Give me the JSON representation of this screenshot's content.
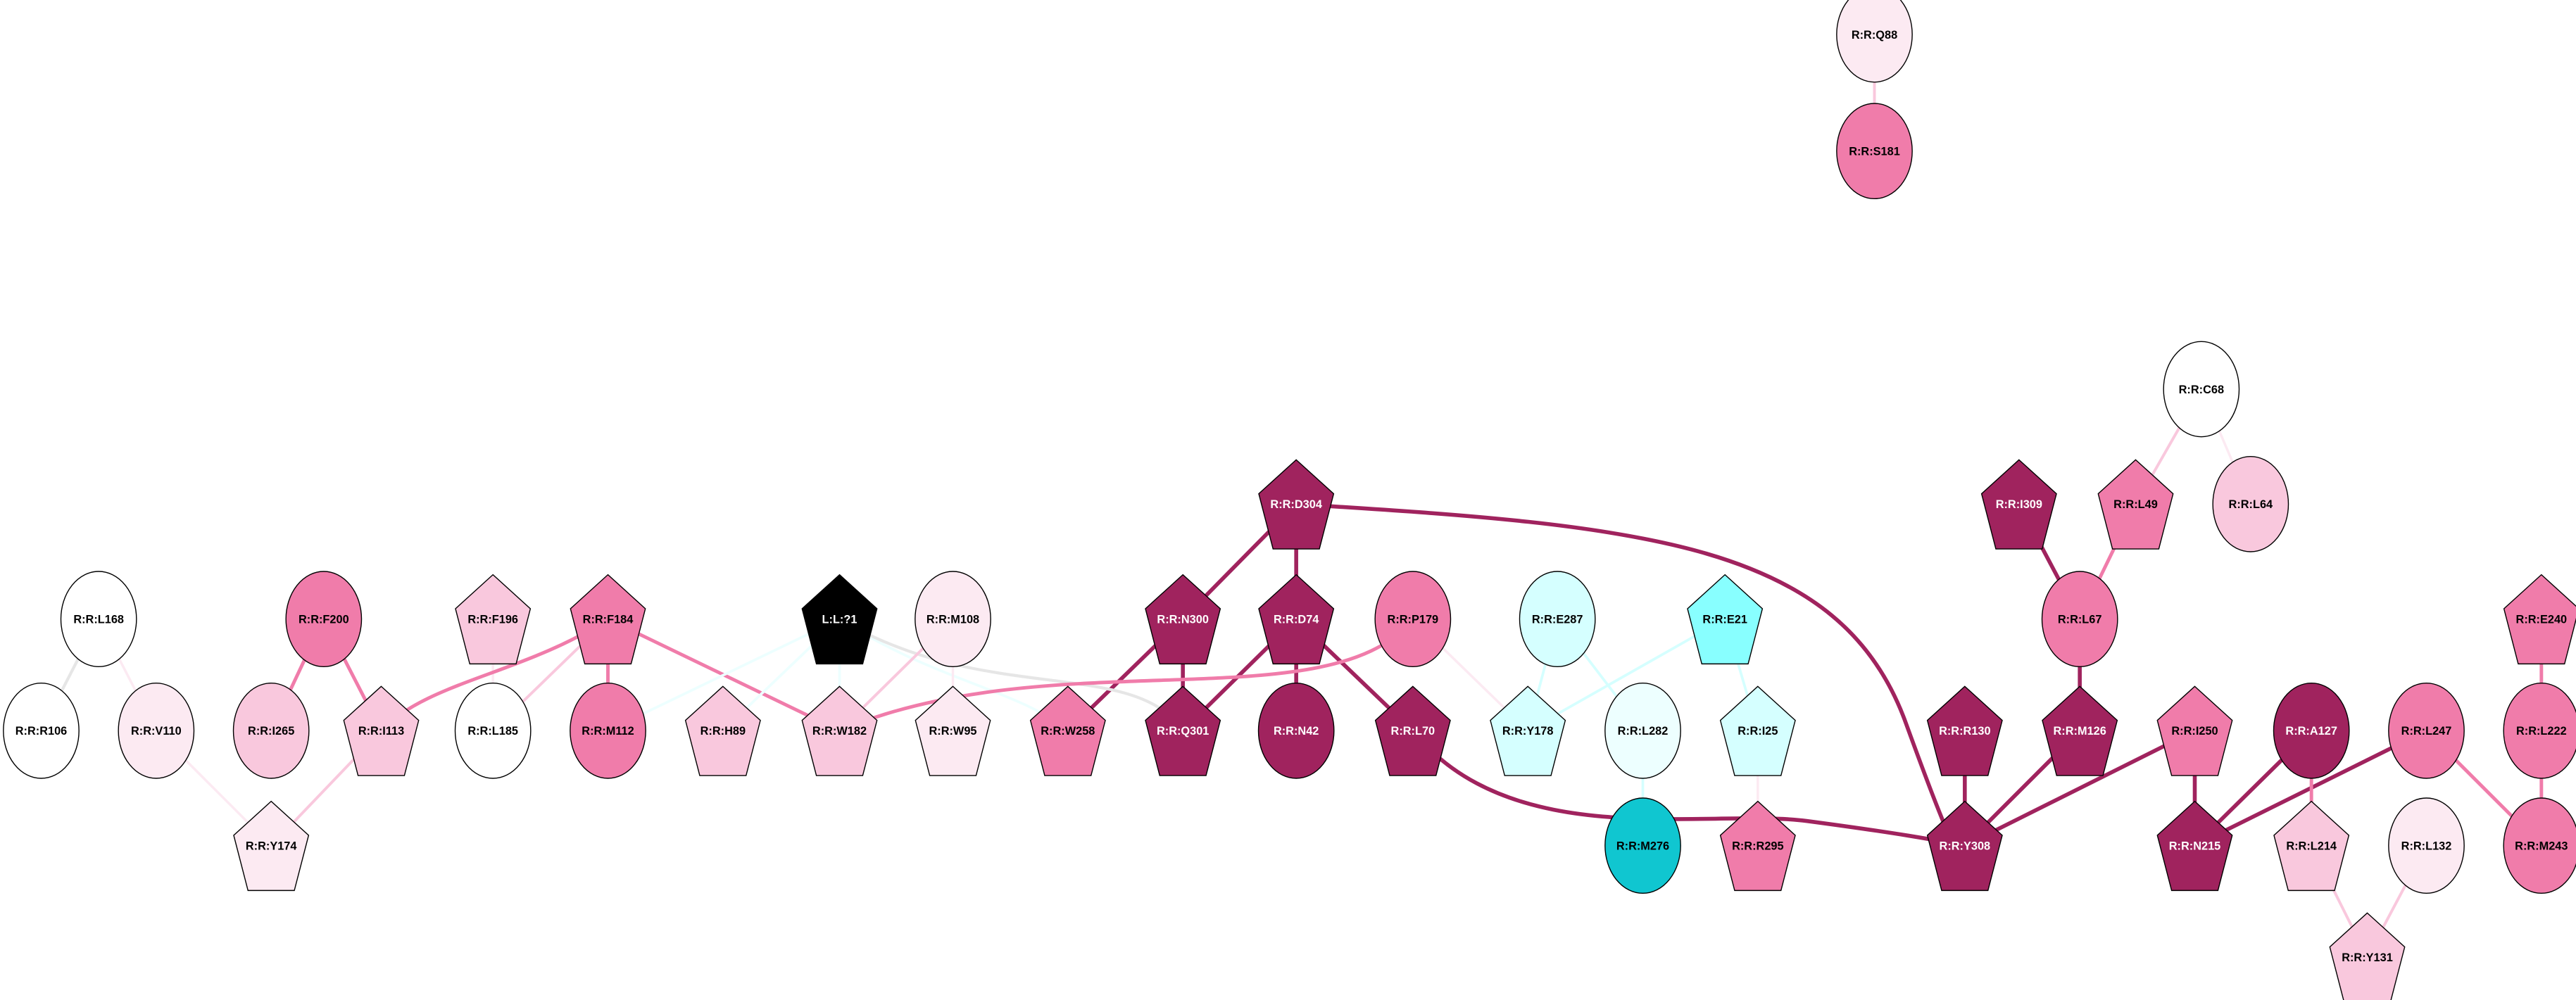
{
  "colors": {
    "dark": "#A0235E",
    "pink": "#F07CAA",
    "lightpink": "#F9C8DD",
    "verylight": "#FCEAF2",
    "white": "#FFFFFF",
    "black": "#000000",
    "cyanlight": "#D5FFFF",
    "cyanpale": "#EDFFFF",
    "cyan": "#88FFFF",
    "teal": "#10C6D0",
    "gray": "#E6E6E6"
  },
  "nodes": [
    {
      "id": "Q88",
      "label": "R:R:Q88",
      "shape": "circle",
      "fill": "verylight"
    },
    {
      "id": "S181",
      "label": "R:R:S181",
      "shape": "circle",
      "fill": "pink"
    },
    {
      "id": "C68",
      "label": "R:R:C68",
      "shape": "circle",
      "fill": "white"
    },
    {
      "id": "I309",
      "label": "R:R:I309",
      "shape": "pentagon",
      "fill": "dark"
    },
    {
      "id": "L49",
      "label": "R:R:L49",
      "shape": "pentagon",
      "fill": "pink"
    },
    {
      "id": "L64",
      "label": "R:R:L64",
      "shape": "circle",
      "fill": "lightpink"
    },
    {
      "id": "D304",
      "label": "R:R:D304",
      "shape": "pentagon",
      "fill": "dark"
    },
    {
      "id": "L168",
      "label": "R:R:L168",
      "shape": "circle",
      "fill": "white"
    },
    {
      "id": "F200",
      "label": "R:R:F200",
      "shape": "circle",
      "fill": "pink"
    },
    {
      "id": "F196",
      "label": "R:R:F196",
      "shape": "pentagon",
      "fill": "lightpink"
    },
    {
      "id": "F184",
      "label": "R:R:F184",
      "shape": "pentagon",
      "fill": "pink"
    },
    {
      "id": "L1",
      "label": "L:L:?1",
      "shape": "pentagon",
      "fill": "black"
    },
    {
      "id": "M108",
      "label": "R:R:M108",
      "shape": "circle",
      "fill": "verylight"
    },
    {
      "id": "N300",
      "label": "R:R:N300",
      "shape": "pentagon",
      "fill": "dark"
    },
    {
      "id": "D74",
      "label": "R:R:D74",
      "shape": "pentagon",
      "fill": "dark"
    },
    {
      "id": "P179",
      "label": "R:R:P179",
      "shape": "circle",
      "fill": "pink"
    },
    {
      "id": "E287",
      "label": "R:R:E287",
      "shape": "circle",
      "fill": "cyanlight"
    },
    {
      "id": "E21",
      "label": "R:R:E21",
      "shape": "pentagon",
      "fill": "cyan"
    },
    {
      "id": "L67",
      "label": "R:R:L67",
      "shape": "circle",
      "fill": "pink"
    },
    {
      "id": "E240",
      "label": "R:R:E240",
      "shape": "pentagon",
      "fill": "pink"
    },
    {
      "id": "R106",
      "label": "R:R:R106",
      "shape": "circle",
      "fill": "white"
    },
    {
      "id": "V110",
      "label": "R:R:V110",
      "shape": "circle",
      "fill": "verylight"
    },
    {
      "id": "I265",
      "label": "R:R:I265",
      "shape": "circle",
      "fill": "lightpink"
    },
    {
      "id": "I113",
      "label": "R:R:I113",
      "shape": "pentagon",
      "fill": "lightpink"
    },
    {
      "id": "L185",
      "label": "R:R:L185",
      "shape": "circle",
      "fill": "white"
    },
    {
      "id": "M112",
      "label": "R:R:M112",
      "shape": "circle",
      "fill": "pink"
    },
    {
      "id": "H89",
      "label": "R:R:H89",
      "shape": "pentagon",
      "fill": "lightpink"
    },
    {
      "id": "W182",
      "label": "R:R:W182",
      "shape": "pentagon",
      "fill": "lightpink"
    },
    {
      "id": "W95",
      "label": "R:R:W95",
      "shape": "pentagon",
      "fill": "verylight"
    },
    {
      "id": "W258",
      "label": "R:R:W258",
      "shape": "pentagon",
      "fill": "pink"
    },
    {
      "id": "Q301",
      "label": "R:R:Q301",
      "shape": "pentagon",
      "fill": "dark"
    },
    {
      "id": "N42",
      "label": "R:R:N42",
      "shape": "circle",
      "fill": "dark"
    },
    {
      "id": "L70",
      "label": "R:R:L70",
      "shape": "pentagon",
      "fill": "dark"
    },
    {
      "id": "Y178",
      "label": "R:R:Y178",
      "shape": "pentagon",
      "fill": "cyanlight"
    },
    {
      "id": "L282",
      "label": "R:R:L282",
      "shape": "circle",
      "fill": "cyanpale"
    },
    {
      "id": "I25",
      "label": "R:R:I25",
      "shape": "pentagon",
      "fill": "cyanlight"
    },
    {
      "id": "R130",
      "label": "R:R:R130",
      "shape": "pentagon",
      "fill": "dark"
    },
    {
      "id": "M126",
      "label": "R:R:M126",
      "shape": "pentagon",
      "fill": "dark"
    },
    {
      "id": "I250",
      "label": "R:R:I250",
      "shape": "pentagon",
      "fill": "pink"
    },
    {
      "id": "A127",
      "label": "R:R:A127",
      "shape": "circle",
      "fill": "dark"
    },
    {
      "id": "L247",
      "label": "R:R:L247",
      "shape": "circle",
      "fill": "pink"
    },
    {
      "id": "L222",
      "label": "R:R:L222",
      "shape": "circle",
      "fill": "pink"
    },
    {
      "id": "Y174",
      "label": "R:R:Y174",
      "shape": "pentagon",
      "fill": "verylight"
    },
    {
      "id": "M276",
      "label": "R:R:M276",
      "shape": "circle",
      "fill": "teal"
    },
    {
      "id": "R295",
      "label": "R:R:R295",
      "shape": "pentagon",
      "fill": "pink"
    },
    {
      "id": "Y308",
      "label": "R:R:Y308",
      "shape": "pentagon",
      "fill": "dark"
    },
    {
      "id": "N215",
      "label": "R:R:N215",
      "shape": "pentagon",
      "fill": "dark"
    },
    {
      "id": "L214",
      "label": "R:R:L214",
      "shape": "pentagon",
      "fill": "lightpink"
    },
    {
      "id": "L132",
      "label": "R:R:L132",
      "shape": "circle",
      "fill": "verylight"
    },
    {
      "id": "M243",
      "label": "R:R:M243",
      "shape": "circle",
      "fill": "pink"
    },
    {
      "id": "Y131",
      "label": "R:R:Y131",
      "shape": "pentagon",
      "fill": "lightpink"
    }
  ],
  "edges": [
    {
      "from": "Q88",
      "to": "S181",
      "color": "lightpink"
    },
    {
      "from": "C68",
      "to": "L49",
      "color": "lightpink"
    },
    {
      "from": "C68",
      "to": "L64",
      "color": "verylight"
    },
    {
      "from": "I309",
      "to": "L67",
      "color": "dark"
    },
    {
      "from": "L49",
      "to": "L67",
      "color": "pink"
    },
    {
      "from": "L67",
      "to": "M126",
      "color": "dark"
    },
    {
      "from": "D304",
      "to": "N300",
      "color": "dark"
    },
    {
      "from": "D304",
      "to": "D74",
      "color": "dark"
    },
    {
      "from": "D304",
      "to": "Y308",
      "color": "dark"
    },
    {
      "from": "N300",
      "to": "W258",
      "color": "dark"
    },
    {
      "from": "N300",
      "to": "Q301",
      "color": "dark"
    },
    {
      "from": "D74",
      "to": "Q301",
      "color": "dark"
    },
    {
      "from": "D74",
      "to": "N42",
      "color": "dark"
    },
    {
      "from": "D74",
      "to": "L70",
      "color": "dark"
    },
    {
      "from": "L70",
      "to": "Y308",
      "color": "dark"
    },
    {
      "from": "R130",
      "to": "Y308",
      "color": "dark"
    },
    {
      "from": "M126",
      "to": "Y308",
      "color": "dark"
    },
    {
      "from": "I250",
      "to": "Y308",
      "color": "dark"
    },
    {
      "from": "I250",
      "to": "N215",
      "color": "dark"
    },
    {
      "from": "A127",
      "to": "N215",
      "color": "dark"
    },
    {
      "from": "L247",
      "to": "N215",
      "color": "dark"
    },
    {
      "from": "A127",
      "to": "L214",
      "color": "pink"
    },
    {
      "from": "L247",
      "to": "M243",
      "color": "pink"
    },
    {
      "from": "E240",
      "to": "L222",
      "color": "pink"
    },
    {
      "from": "L222",
      "to": "M243",
      "color": "pink"
    },
    {
      "from": "L214",
      "to": "Y131",
      "color": "lightpink"
    },
    {
      "from": "L132",
      "to": "Y131",
      "color": "lightpink"
    },
    {
      "from": "L168",
      "to": "R106",
      "color": "gray"
    },
    {
      "from": "L168",
      "to": "V110",
      "color": "verylight"
    },
    {
      "from": "F200",
      "to": "I265",
      "color": "pink"
    },
    {
      "from": "F200",
      "to": "I113",
      "color": "pink"
    },
    {
      "from": "F196",
      "to": "L185",
      "color": "verylight"
    },
    {
      "from": "F184",
      "to": "I113",
      "color": "pink"
    },
    {
      "from": "F184",
      "to": "L185",
      "color": "lightpink"
    },
    {
      "from": "F184",
      "to": "M112",
      "color": "pink"
    },
    {
      "from": "F184",
      "to": "W182",
      "color": "pink"
    },
    {
      "from": "I113",
      "to": "Y174",
      "color": "lightpink"
    },
    {
      "from": "V110",
      "to": "Y174",
      "color": "verylight"
    },
    {
      "from": "L1",
      "to": "M112",
      "color": "cyanpale"
    },
    {
      "from": "L1",
      "to": "H89",
      "color": "cyanpale"
    },
    {
      "from": "L1",
      "to": "W182",
      "color": "cyanpale"
    },
    {
      "from": "L1",
      "to": "W258",
      "color": "cyanpale"
    },
    {
      "from": "L1",
      "to": "Q301",
      "color": "gray"
    },
    {
      "from": "M108",
      "to": "W182",
      "color": "lightpink"
    },
    {
      "from": "M108",
      "to": "W95",
      "color": "verylight"
    },
    {
      "from": "P179",
      "to": "W182",
      "color": "pink"
    },
    {
      "from": "P179",
      "to": "Y178",
      "color": "verylight"
    },
    {
      "from": "E287",
      "to": "Y178",
      "color": "cyanlight"
    },
    {
      "from": "E287",
      "to": "L282",
      "color": "cyanlight"
    },
    {
      "from": "E21",
      "to": "Y178",
      "color": "cyanlight"
    },
    {
      "from": "E21",
      "to": "I25",
      "color": "cyanlight"
    },
    {
      "from": "L282",
      "to": "M276",
      "color": "cyanlight"
    },
    {
      "from": "I25",
      "to": "R295",
      "color": "verylight"
    }
  ]
}
